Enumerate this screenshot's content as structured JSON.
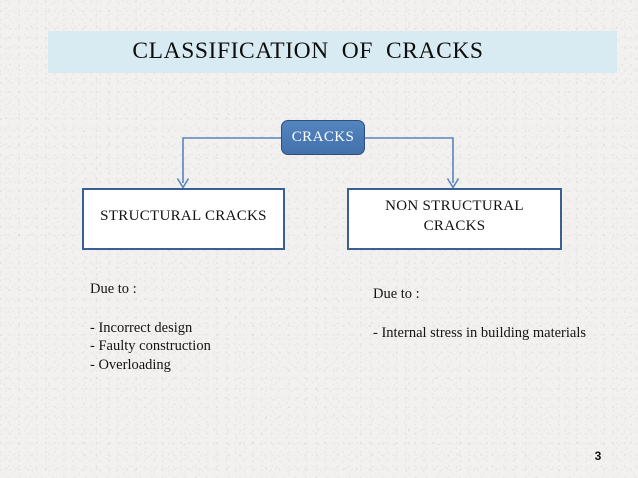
{
  "slide": {
    "title": "CLASSIFICATION  OF  CRACKS",
    "page_number": "3",
    "background_color": "#f2f1ef"
  },
  "title_banner": {
    "background_color": "#d9ebf2",
    "text_color": "#0d0d0d"
  },
  "diagram": {
    "root": {
      "label": "CRACKS",
      "fill_color": "#4a7ab5",
      "border_color": "#2e4e7e",
      "text_color": "#ffffff"
    },
    "connector_color": "#5b85bd",
    "branches": [
      {
        "id": "structural",
        "label": "STRUCTURAL CRACKS",
        "border_color": "#3a5f96",
        "fill_color": "#ffffff",
        "details": {
          "heading": "Due to :",
          "items": [
            "- Incorrect design",
            "- Faulty construction",
            "- Overloading"
          ]
        }
      },
      {
        "id": "non-structural",
        "label": "NON STRUCTURAL\nCRACKS",
        "border_color": "#3a5f96",
        "fill_color": "#ffffff",
        "details": {
          "heading": "Due to :",
          "items": [
            "- Internal stress in building materials"
          ]
        }
      }
    ]
  }
}
